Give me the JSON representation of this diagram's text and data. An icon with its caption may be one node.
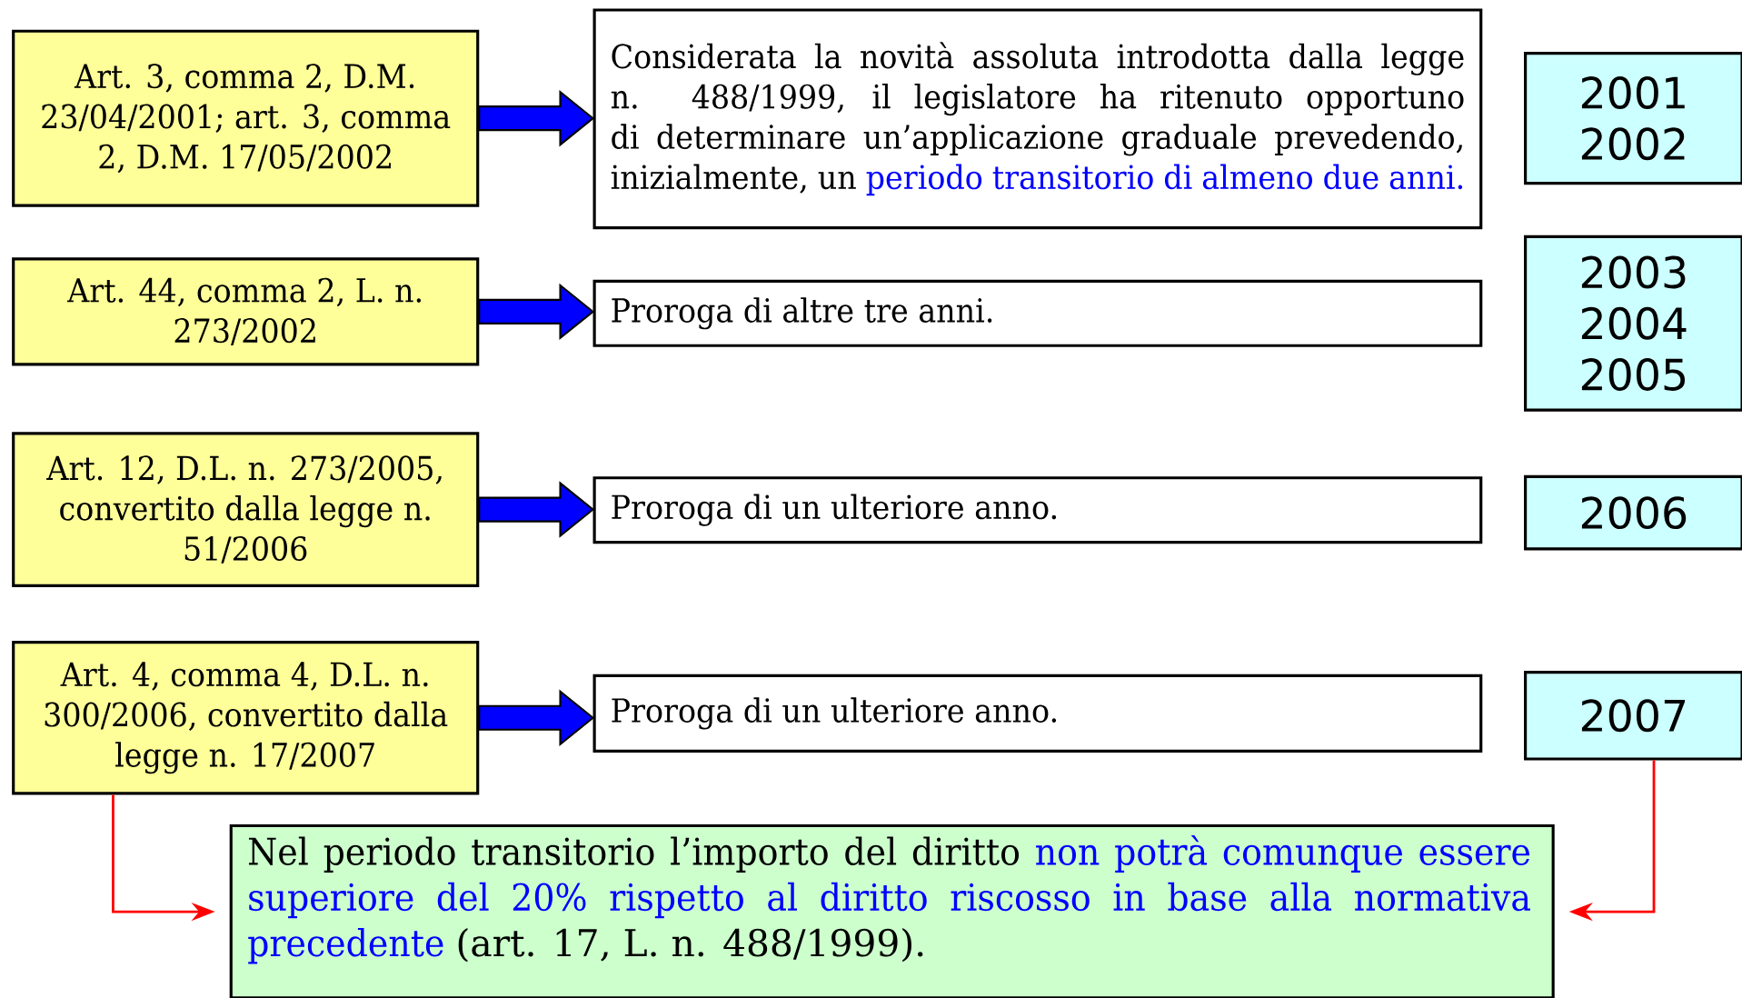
{
  "diagram": {
    "nodes": [
      {
        "text": [
          "Art. 3, comma 2, D.M. 23/04/2001; art. 3, comma 2, D.M. 17/05/2002"
        ]
      },
      {
        "text": [
          "Considerata la novità assoluta introdotta dalla legge n. 488/1999, il legislatore ha ritenuto opportuno di determinare un’applicazione graduale prevedendo, inizialmente, un",
          "periodo transitorio di almeno due anni."
        ]
      },
      {
        "text": [
          "2001 2002"
        ]
      },
      {
        "text": [
          "Art. 44, comma 2, L. n. 273/2002"
        ]
      },
      {
        "text": [
          "Proroga di altre tre anni."
        ]
      },
      {
        "text": [
          "2003 2004 2005"
        ]
      },
      {
        "text": [
          "Art. 12, D.L. n. 273/2005, convertito dalla legge n. 51/2006"
        ]
      },
      {
        "text": [
          "Proroga di un ulteriore anno."
        ]
      },
      {
        "text": [
          "2006"
        ]
      },
      {
        "text": [
          "Art. 4, comma 4, D.L. n. 300/2006, convertito dalla legge n. 17/2007"
        ]
      },
      {
        "text": [
          "Proroga di un ulteriore anno."
        ]
      },
      {
        "text": [
          "2007"
        ]
      },
      {
        "text": [
          "Nel periodo transitorio l’importo del diritto",
          "non potrà comunque essere superiore del 20% rispetto al diritto riscosso in base alla normativa precedente",
          "(art. 17, L. n. 488/1999)."
        ]
      }
    ],
    "edges": [
      {
        "from": 0,
        "to": 1,
        "arrow": "to"
      },
      {
        "from": 3,
        "to": 4,
        "arrow": "to"
      },
      {
        "from": 6,
        "to": 7,
        "arrow": "to"
      },
      {
        "from": 9,
        "to": 10,
        "arrow": "to"
      },
      {
        "from": 9,
        "to": 12,
        "arrow": "to",
        "color": "#ff0000"
      },
      {
        "from": 11,
        "to": 12,
        "arrow": "to",
        "color": "#ff0000"
      }
    ]
  }
}
